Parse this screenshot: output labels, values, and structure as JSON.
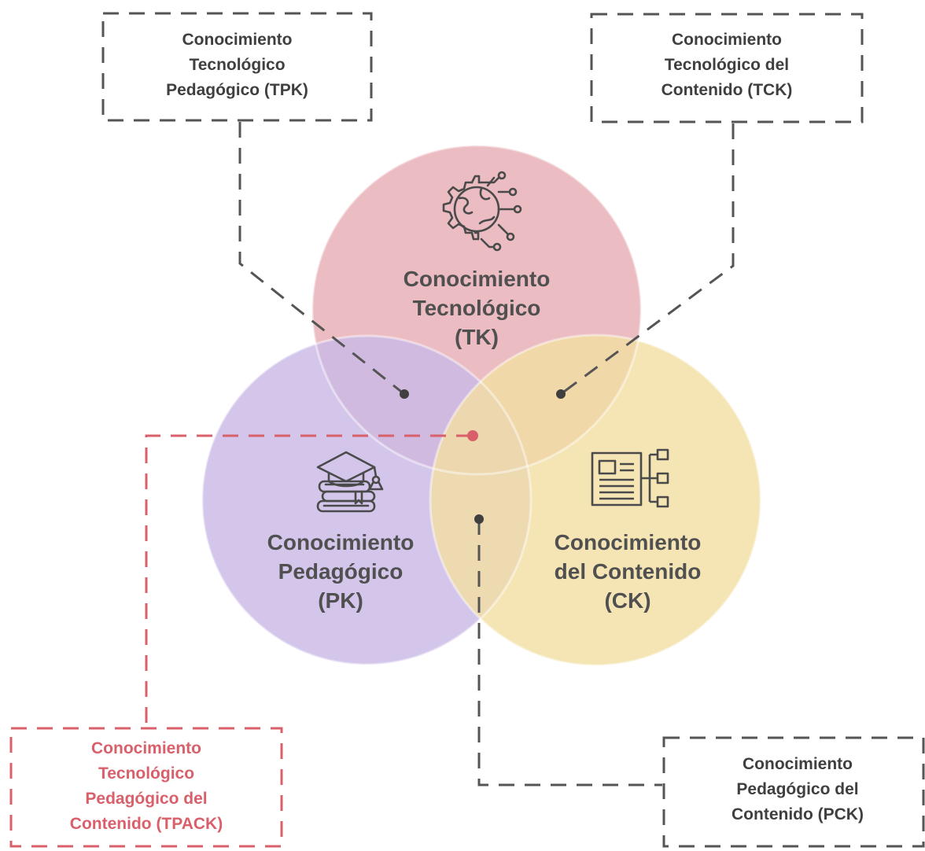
{
  "circles": {
    "tk": {
      "label_lines": [
        "Conocimiento",
        "Tecnológico",
        "(TK)"
      ],
      "color": "#e8b3b8",
      "icon": "gear-globe-circuit-icon"
    },
    "pk": {
      "label_lines": [
        "Conocimiento",
        "Pedagógico",
        "(PK)"
      ],
      "color": "#cbb9e6",
      "icon": "books-graduation-cap-icon"
    },
    "ck": {
      "label_lines": [
        "Conocimiento",
        "del Contenido",
        "(CK)"
      ],
      "color": "#f2dea2",
      "icon": "document-hierarchy-icon"
    }
  },
  "boxes": {
    "tpk": {
      "label_lines": [
        "Conocimiento",
        "Tecnológico",
        "Pedagógico (TPK)"
      ]
    },
    "tck": {
      "label_lines": [
        "Conocimiento",
        "Tecnológico del",
        "Contenido (TCK)"
      ]
    },
    "pck": {
      "label_lines": [
        "Conocimiento",
        "Pedagógico del",
        "Contenido (PCK)"
      ]
    },
    "tpack": {
      "label_lines": [
        "Conocimiento",
        "Tecnológico",
        "Pedagógico del",
        "Contenido (TPACK)"
      ]
    }
  },
  "colors": {
    "connector": "#555555",
    "tpack_accent": "#d9606b",
    "text": "#4a4a4a"
  }
}
